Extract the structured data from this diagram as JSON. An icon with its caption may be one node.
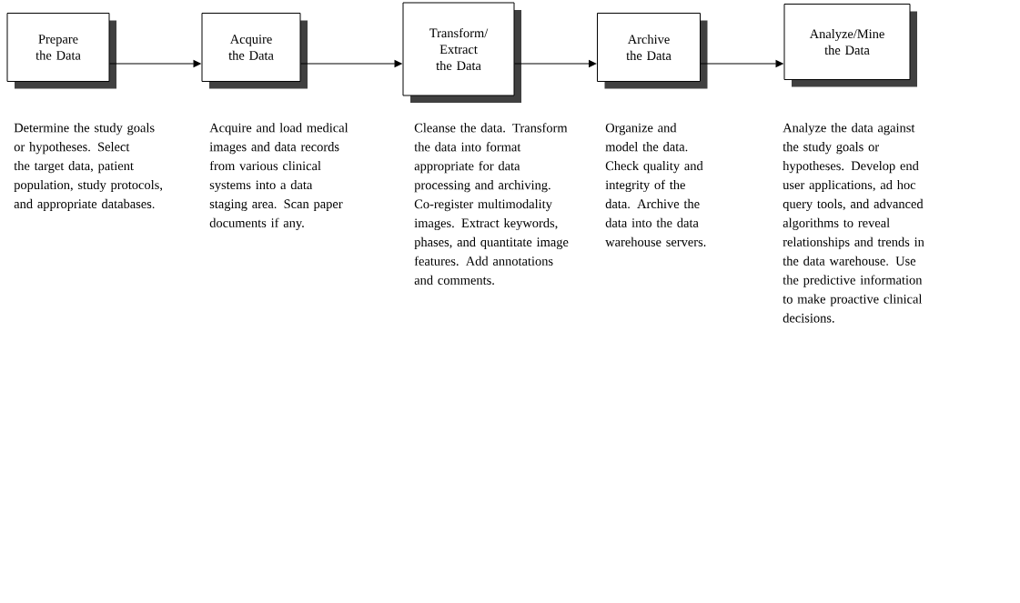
{
  "diagram": {
    "nodes": [
      {
        "text": [
          "Prepare the Data"
        ],
        "beside": [
          "Determine the study goals or hypotheses. Select the target data, patient population, study protocols, and appropriate databases."
        ]
      },
      {
        "text": [
          "Acquire the Data"
        ],
        "beside": [
          "Acquire and load medical images and data records from various clinical systems into a data staging area. Scan paper documents if any."
        ]
      },
      {
        "text": [
          "Transform/ Extract the Data"
        ],
        "beside": [
          "Cleanse the data. Transform the data into format appropriate for data processing and archiving. Co-register multimodality images. Extract keywords, phases, and quantitate image features. Add annotations and comments."
        ]
      },
      {
        "text": [
          "Archive the Data"
        ],
        "beside": [
          "Organize and model the data. Check quality and integrity of the data. Archive the data into the data warehouse servers."
        ]
      },
      {
        "text": [
          "Analyze/Mine the Data"
        ],
        "beside": [
          "Analyze the data against the study goals or hypotheses. Develop end user applications, ad hoc query tools, and advanced algorithms to reveal relationships and trends in the data warehouse. Use the predictive information to make proactive clinical decisions."
        ]
      }
    ],
    "edges": [
      {
        "from": 0,
        "to": 1,
        "arrow": "to"
      },
      {
        "from": 1,
        "to": 2,
        "arrow": "to"
      },
      {
        "from": 2,
        "to": 3,
        "arrow": "to"
      },
      {
        "from": 3,
        "to": 4,
        "arrow": "to"
      }
    ]
  }
}
